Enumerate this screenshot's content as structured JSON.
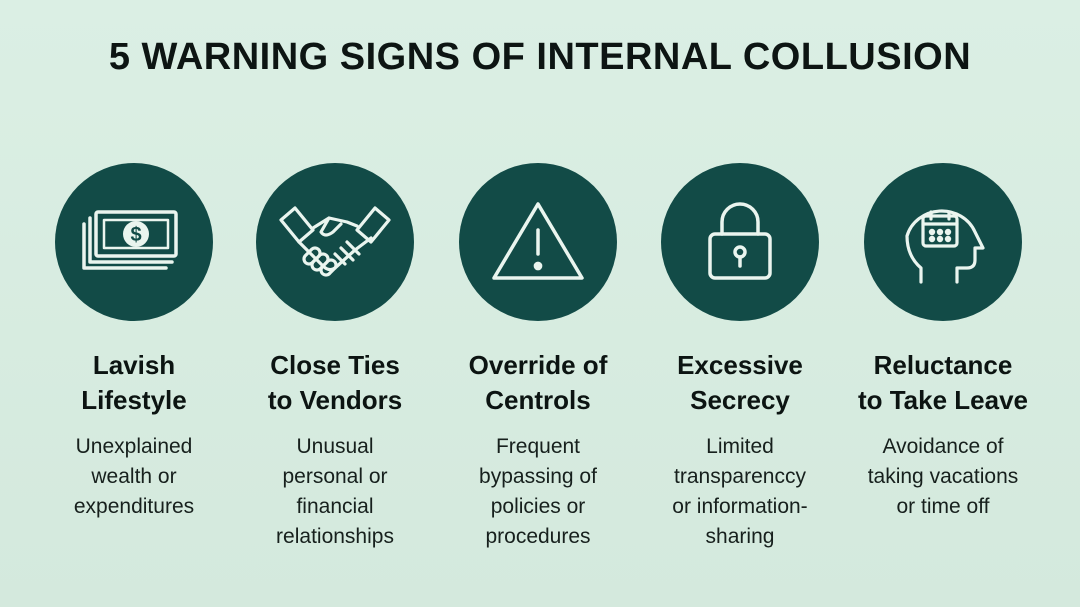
{
  "title": "5 WARNING SIGNS OF INTERNAL COLLUSION",
  "colors": {
    "background": "#d8ede1",
    "icon_circle": "#124b47",
    "icon_stroke": "#eaf5ef",
    "text": "#101a17"
  },
  "signs": [
    {
      "icon": "money-icon",
      "heading": [
        "Lavish",
        "Lifestyle"
      ],
      "description": [
        "Unexplained",
        "wealth or",
        "expenditures"
      ]
    },
    {
      "icon": "handshake-icon",
      "heading": [
        "Close Ties",
        "to Vendors"
      ],
      "description": [
        "Unusual",
        "personal or",
        "financial",
        "relationships"
      ]
    },
    {
      "icon": "warning-icon",
      "heading": [
        "Override of",
        "Centrols"
      ],
      "description": [
        "Frequent",
        "bypassing of",
        "policies or",
        "procedures"
      ]
    },
    {
      "icon": "lock-icon",
      "heading": [
        "Excessive",
        "Secrecy"
      ],
      "description": [
        "Limited",
        "transparenccy",
        "or information-",
        "sharing"
      ]
    },
    {
      "icon": "head-calendar-icon",
      "heading": [
        "Reluctance",
        "to Take Leave"
      ],
      "description": [
        "Avoidance of",
        "taking vacations",
        "or time off"
      ]
    }
  ]
}
